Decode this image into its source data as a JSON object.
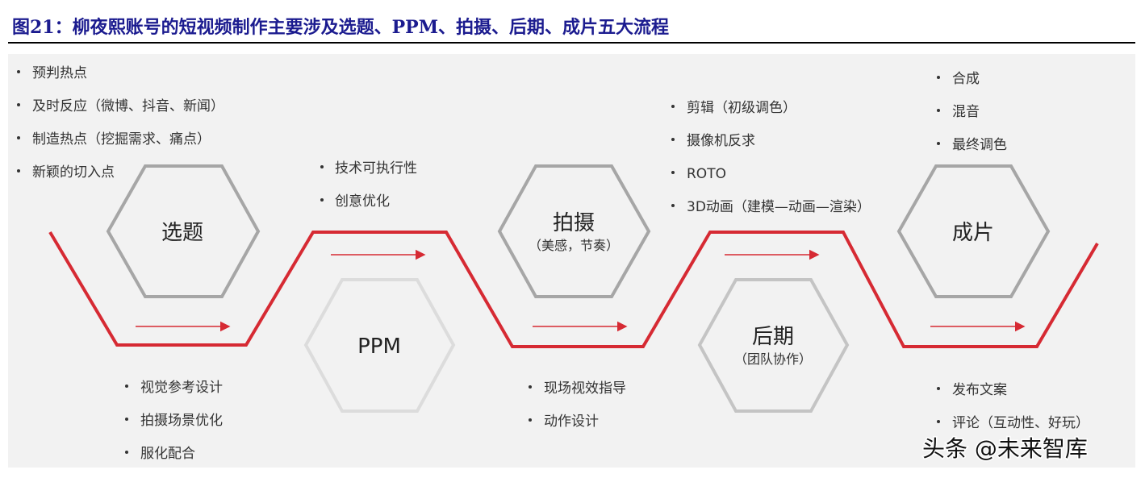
{
  "title": "图21：柳夜熙账号的短视频制作主要涉及选题、PPM、拍摄、后期、成片五大流程",
  "colors": {
    "title": "#1b1b8f",
    "flow_line": "#d62a33",
    "hexagon": "#a6a6a6",
    "hexagon_faded": "#dcdcdc",
    "panel": "#f2f2f2"
  },
  "stages": [
    {
      "label": "选题",
      "sub": ""
    },
    {
      "label": "PPM",
      "sub": ""
    },
    {
      "label": "拍摄",
      "sub": "（美感，节奏）"
    },
    {
      "label": "后期",
      "sub": "（团队协作）"
    },
    {
      "label": "成片",
      "sub": ""
    }
  ],
  "lists": {
    "topic_top": [
      "预判热点",
      "及时反应（微博、抖音、新闻）",
      "制造热点（挖掘需求、痛点）",
      "新颖的切入点"
    ],
    "topic_bottom": [
      "视觉参考设计",
      "拍摄场景优化",
      "服化配合"
    ],
    "ppm_top": [
      "技术可执行性",
      "创意优化"
    ],
    "shoot_bottom": [
      "现场视效指导",
      "动作设计"
    ],
    "post_top": [
      "剪辑（初级调色）",
      "摄像机反求",
      "ROTO",
      "3D动画（建模—动画—渲染）"
    ],
    "final_top": [
      "合成",
      "混音",
      "最终调色"
    ],
    "final_bottom": [
      "发布文案",
      "评论（互动性、好玩）"
    ]
  },
  "watermark": "头条 @未来智库"
}
